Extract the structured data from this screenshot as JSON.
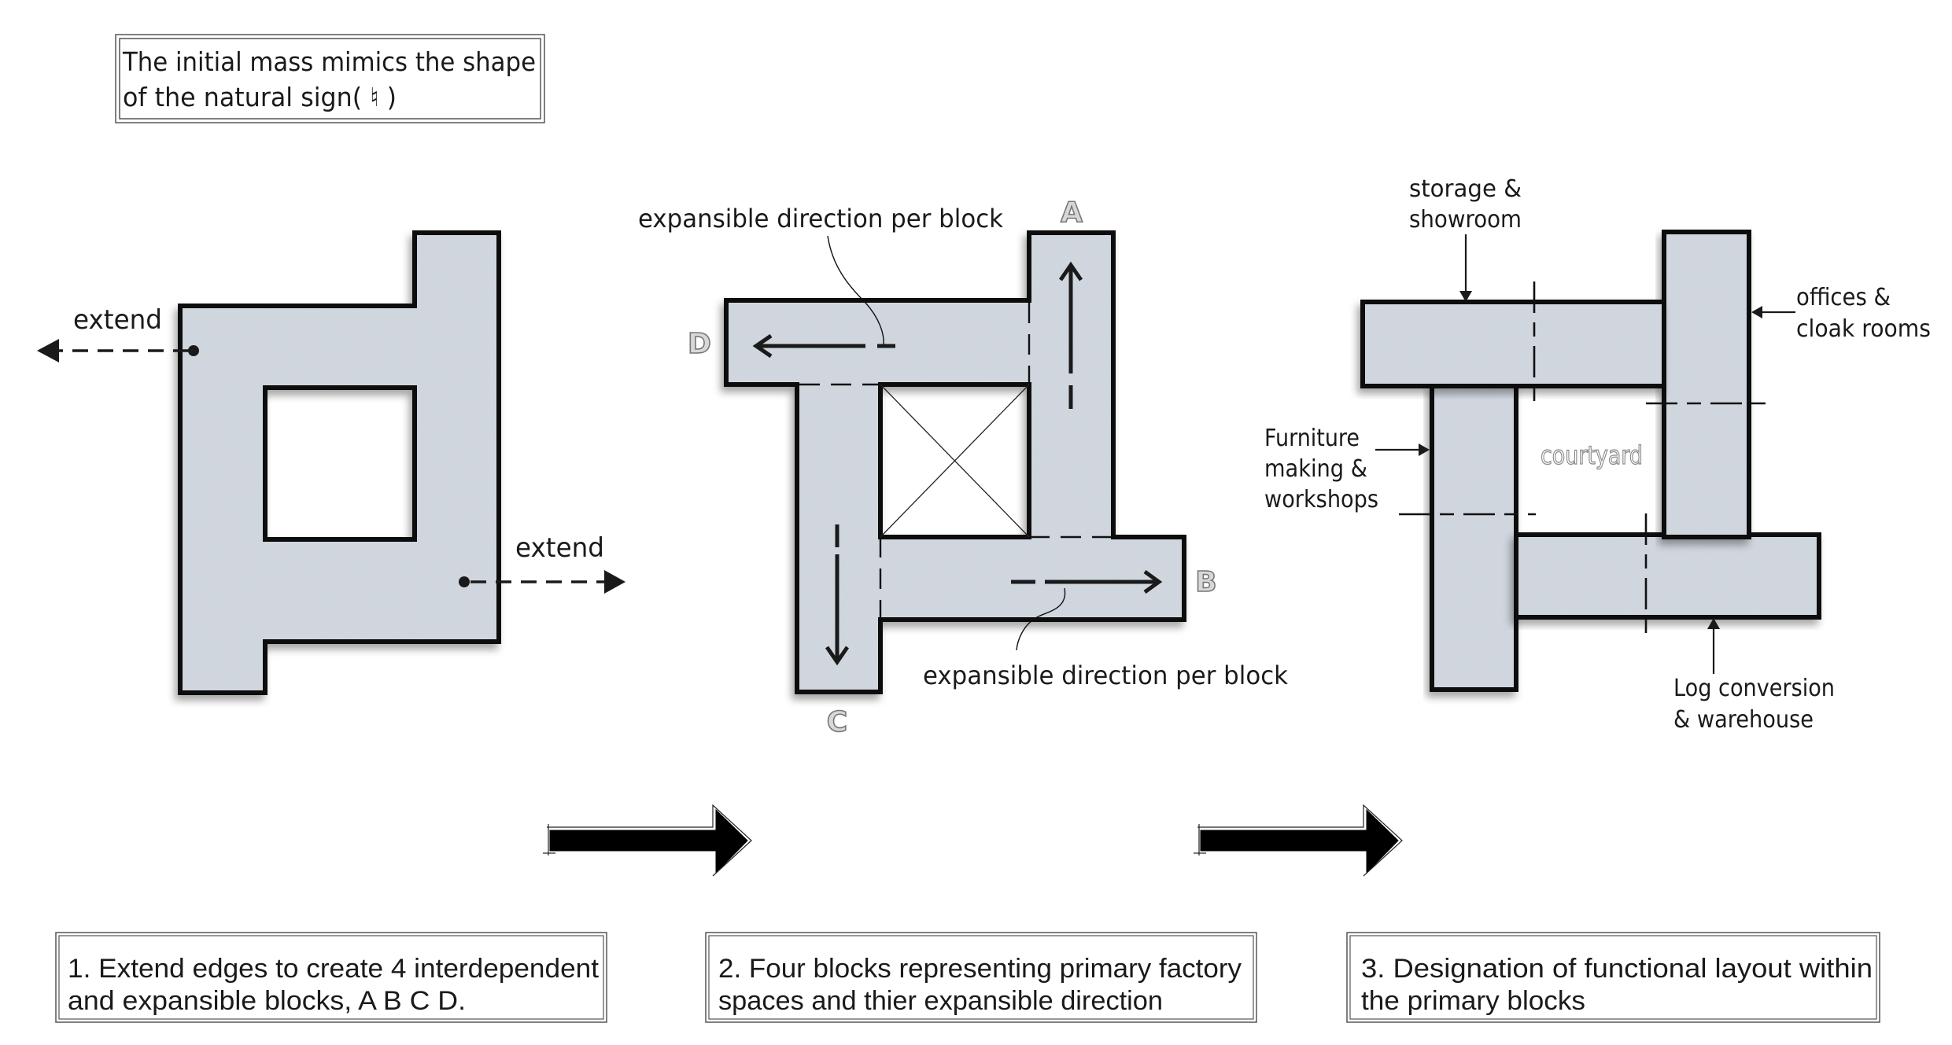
{
  "title_note": {
    "line1": "The initial mass mimics the shape",
    "line2": "of the natural sign( ♮ )"
  },
  "step1": {
    "extend_left_label": "extend",
    "extend_right_label": "extend"
  },
  "step2": {
    "block_labels": {
      "a": "A",
      "b": "B",
      "c": "C",
      "d": "D"
    },
    "annotation_top": "expansible direction per block",
    "annotation_bottom": "expansible direction per block"
  },
  "step3": {
    "storage": [
      "storage &",
      "showroom"
    ],
    "offices": [
      "offices &",
      "cloak rooms"
    ],
    "furniture": [
      "Furniture",
      "making &",
      "workshops"
    ],
    "log": [
      "Log conversion",
      "& warehouse"
    ],
    "courtyard": "courtyard"
  },
  "captions": [
    {
      "line1": "1. Extend edges to create 4 interdependent",
      "line2": "and expansible blocks, A B C D."
    },
    {
      "line1": "2. Four blocks representing primary factory",
      "line2": "spaces and thier expansible direction"
    },
    {
      "line1": "3. Designation of functional layout within",
      "line2": "the primary blocks"
    }
  ],
  "colors": {
    "block_fill": "#d3d9e1",
    "outline": "#0a0a0a",
    "label_gray": "#8a8a8a"
  }
}
